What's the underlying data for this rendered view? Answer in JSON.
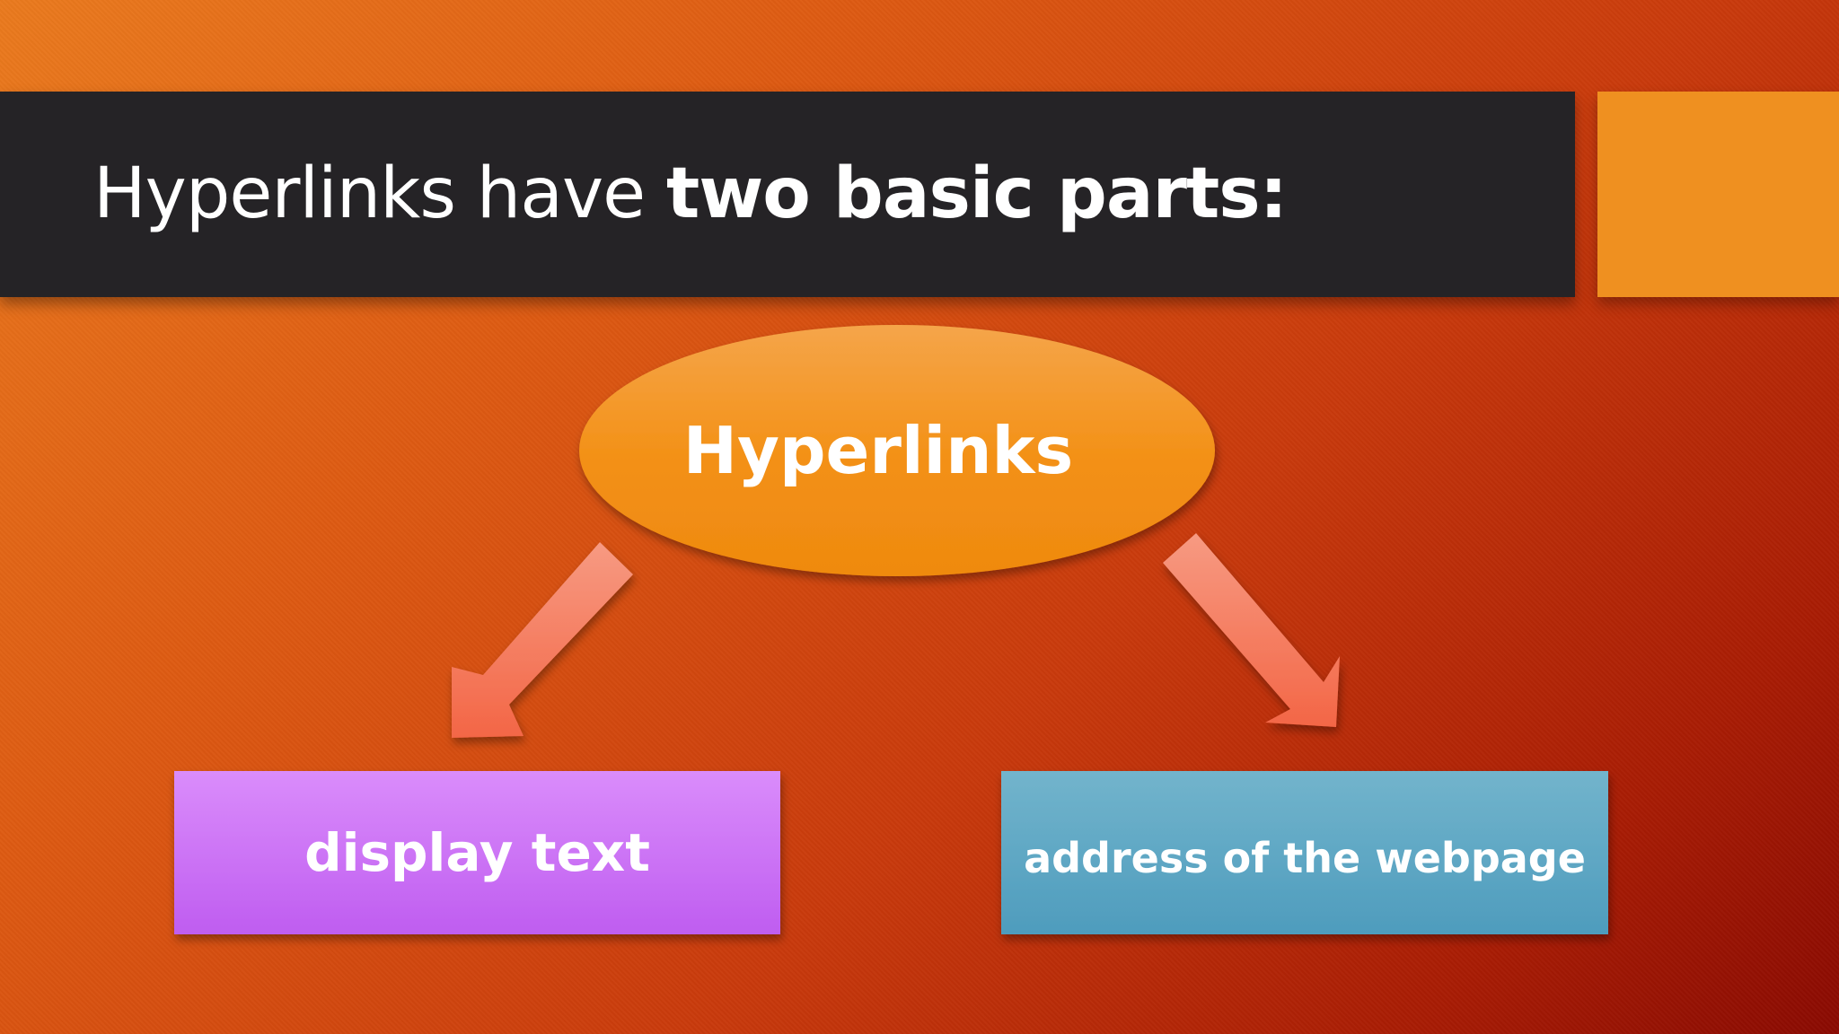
{
  "title": {
    "regular": "Hyperlinks have ",
    "bold": "two basic parts:"
  },
  "diagram": {
    "center_node": "Hyperlinks",
    "left_node": "display text",
    "right_node": "address of the webpage"
  },
  "colors": {
    "title_bar": "#252326",
    "accent_square": "#ef9020",
    "ellipse": "#f39014",
    "arrow": "#f47a5a",
    "left_box": "#cc6ff0",
    "right_box": "#5fa8c4"
  }
}
